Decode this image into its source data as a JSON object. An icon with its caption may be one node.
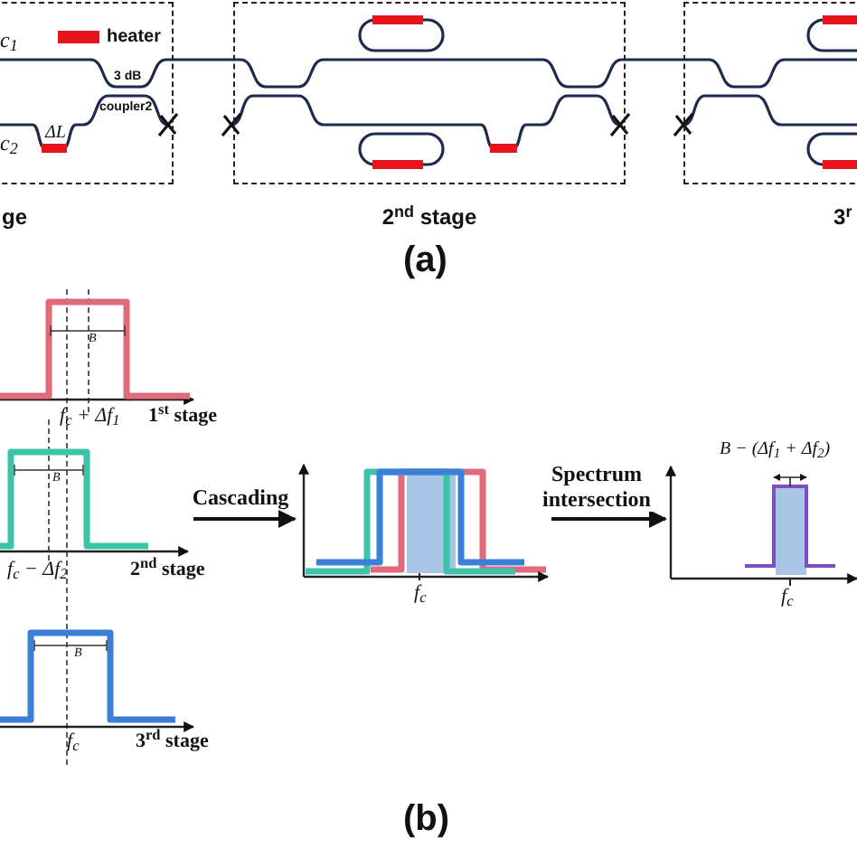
{
  "diagram": {
    "nodes": [
      {
        "text": [
          "ge"
        ]
      },
      {
        "text": [
          "2$^{nd}$ stage"
        ]
      },
      {
        "text": [
          "3$^{r}$"
        ]
      },
      {
        "text": [],
        "shape": "chart"
      },
      {
        "text": [],
        "shape": "chart"
      },
      {
        "text": [],
        "shape": "chart"
      },
      {
        "text": [],
        "shape": "chart"
      },
      {
        "text": [],
        "shape": "chart"
      }
    ],
    "edges": [
      {
        "from": 4,
        "to": 6,
        "arrow": "to",
        "label": "Cascading"
      },
      {
        "from": 6,
        "to": 7,
        "arrow": "to",
        "label": "Spectrum intersection"
      }
    ],
    "labels": [
      "c$_{1}$",
      "c$_{2}$",
      "3 dB",
      "coupler2",
      "ΔL",
      "(a)",
      "B",
      "f$_{c}$ + Δf$_{1}$",
      "1$^{st}$ stage",
      "B",
      "f$_{c}$ − Δf$_{2}$",
      "2$^{nd}$ stage",
      "B",
      "f$_{c}$",
      "3$^{rd}$ stage",
      "f$_{c}$",
      "B − (Δf$_{1}$ + Δf$_{2}$)",
      "f$_{c}$",
      "(b)"
    ],
    "legend": [
      {
        "text": "heater",
        "color": "#e8141c"
      }
    ]
  }
}
